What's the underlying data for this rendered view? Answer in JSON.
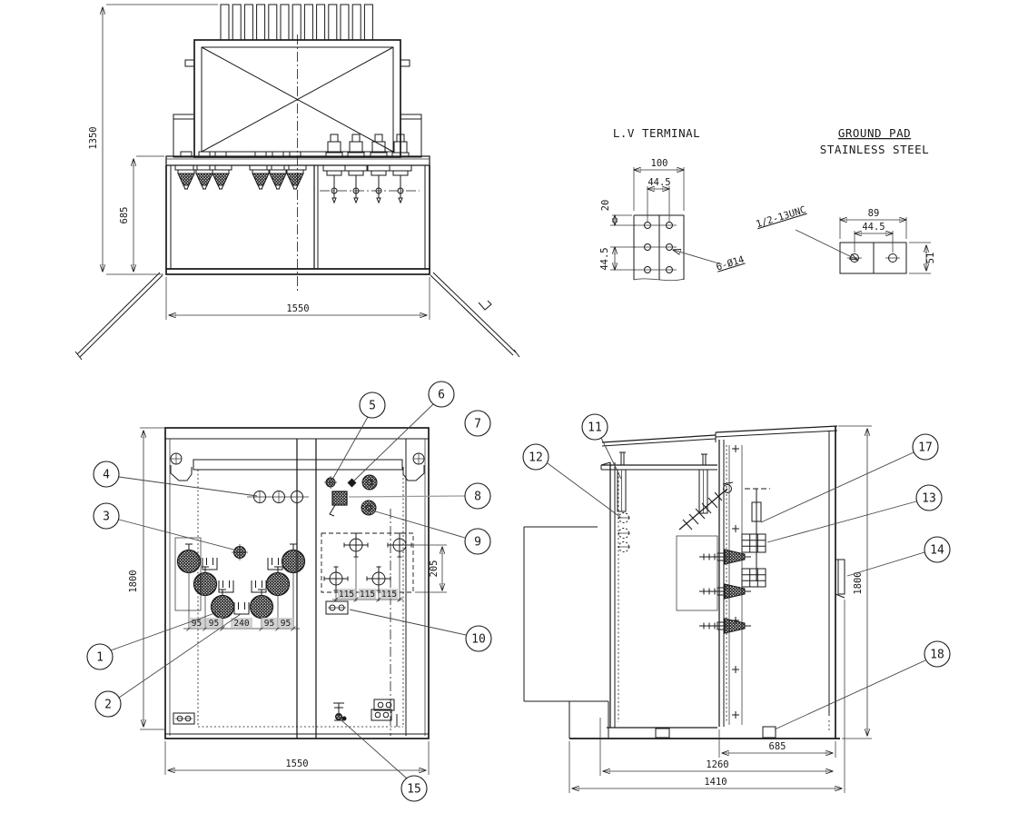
{
  "front_elevation": {
    "dim_overall_height": "1350",
    "dim_cabinet_height": "685",
    "dim_width": "1550"
  },
  "lv_terminal": {
    "title": "L.V TERMINAL",
    "dim_width": "100",
    "dim_hole_spacing_h": "44.5",
    "dim_top_offset": "20",
    "dim_hole_spacing_v": "44.5",
    "hole_note": "6-Ø14"
  },
  "ground_pad": {
    "title": "GROUND PAD",
    "material": "STAINLESS STEEL",
    "thread_note": "1/2-13UNC",
    "dim_width": "89",
    "dim_hole_spacing": "44.5",
    "dim_height": "51"
  },
  "front_open_view": {
    "dim_height": "1800",
    "dim_width": "1550",
    "dim_lv_column_height": "205",
    "bushing_spacing": [
      "95",
      "95",
      "240",
      "95",
      "95"
    ],
    "lv_terminal_spacing": [
      "115",
      "115",
      "115"
    ],
    "callouts": [
      "1",
      "2",
      "3",
      "4",
      "5",
      "6",
      "7",
      "8",
      "9",
      "10",
      "15"
    ]
  },
  "side_view": {
    "dim_height": "1800",
    "dim_pad_depth": "685",
    "dim_body_depth": "1260",
    "dim_overall_depth": "1410",
    "callouts": [
      "11",
      "12",
      "13",
      "14",
      "17",
      "18"
    ]
  }
}
